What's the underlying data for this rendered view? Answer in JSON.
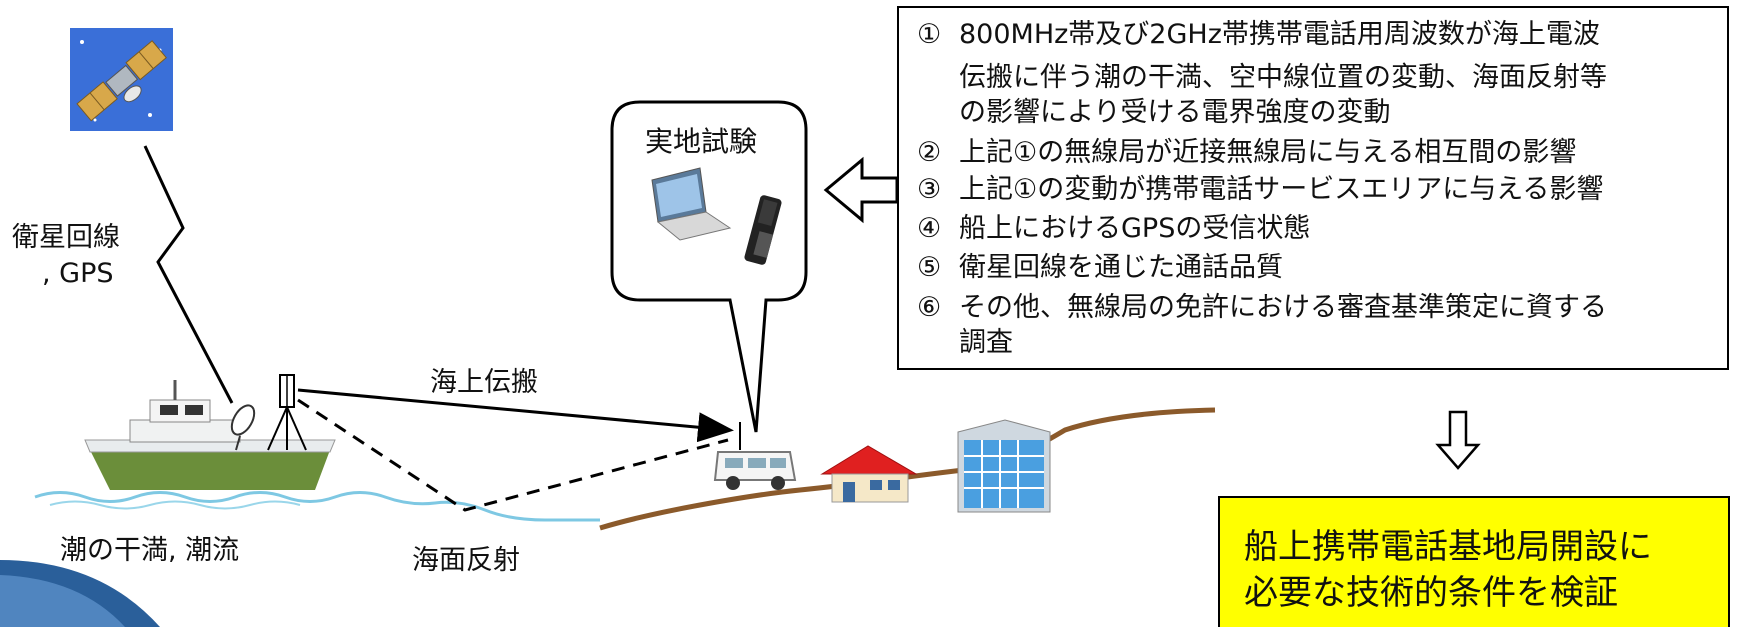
{
  "labels": {
    "satellite_line1": "衛星回線",
    "satellite_line2": ", GPS",
    "sea_propagation": "海上伝搬",
    "tide": "潮の干満, 潮流",
    "sea_reflection": "海面反射",
    "field_test": "実地試験"
  },
  "study_items": [
    {
      "num": "①",
      "text": "800MHz帯及び2GHz帯携帯電話用周波数が海上電波"
    },
    {
      "num": "",
      "text": "伝搬に伴う潮の干満、空中線位置の変動、海面反射等"
    },
    {
      "num": "",
      "text": "の影響により受ける電界強度の変動"
    },
    {
      "num": "②",
      "text": "上記①の無線局が近接無線局に与える相互間の影響"
    },
    {
      "num": "③",
      "text": "上記①の変動が携帯電話サービスエリアに与える影響"
    },
    {
      "num": "④",
      "text": "船上におけるGPSの受信状態"
    },
    {
      "num": "⑤",
      "text": "衛星回線を通じた通話品質"
    },
    {
      "num": "⑥",
      "text": "その他、無線局の免許における審査基準策定に資する"
    },
    {
      "num": "",
      "text": "調査"
    }
  ],
  "conclusion": {
    "line1": "船上携帯電話基地局開設に",
    "line2": "必要な技術的条件を検証"
  },
  "icons": [
    "satellite-icon",
    "ship-icon",
    "antenna-mast-icon",
    "laptop-icon",
    "mobile-phone-icon",
    "van-icon",
    "house-icon",
    "building-icon",
    "down-arrow-icon",
    "left-arrow-icon",
    "slide-bullet-icon"
  ],
  "colors": {
    "conclusion_bg": "#ffff00",
    "sea": "#7ec8e3",
    "land": "#8b5a2b",
    "ship_hull": "#6b8e3a",
    "house_roof": "#e02020",
    "building": "#4a9fe0",
    "satellite_bg": "#3a6fd8",
    "corner_accent": "#2a5f9a"
  }
}
